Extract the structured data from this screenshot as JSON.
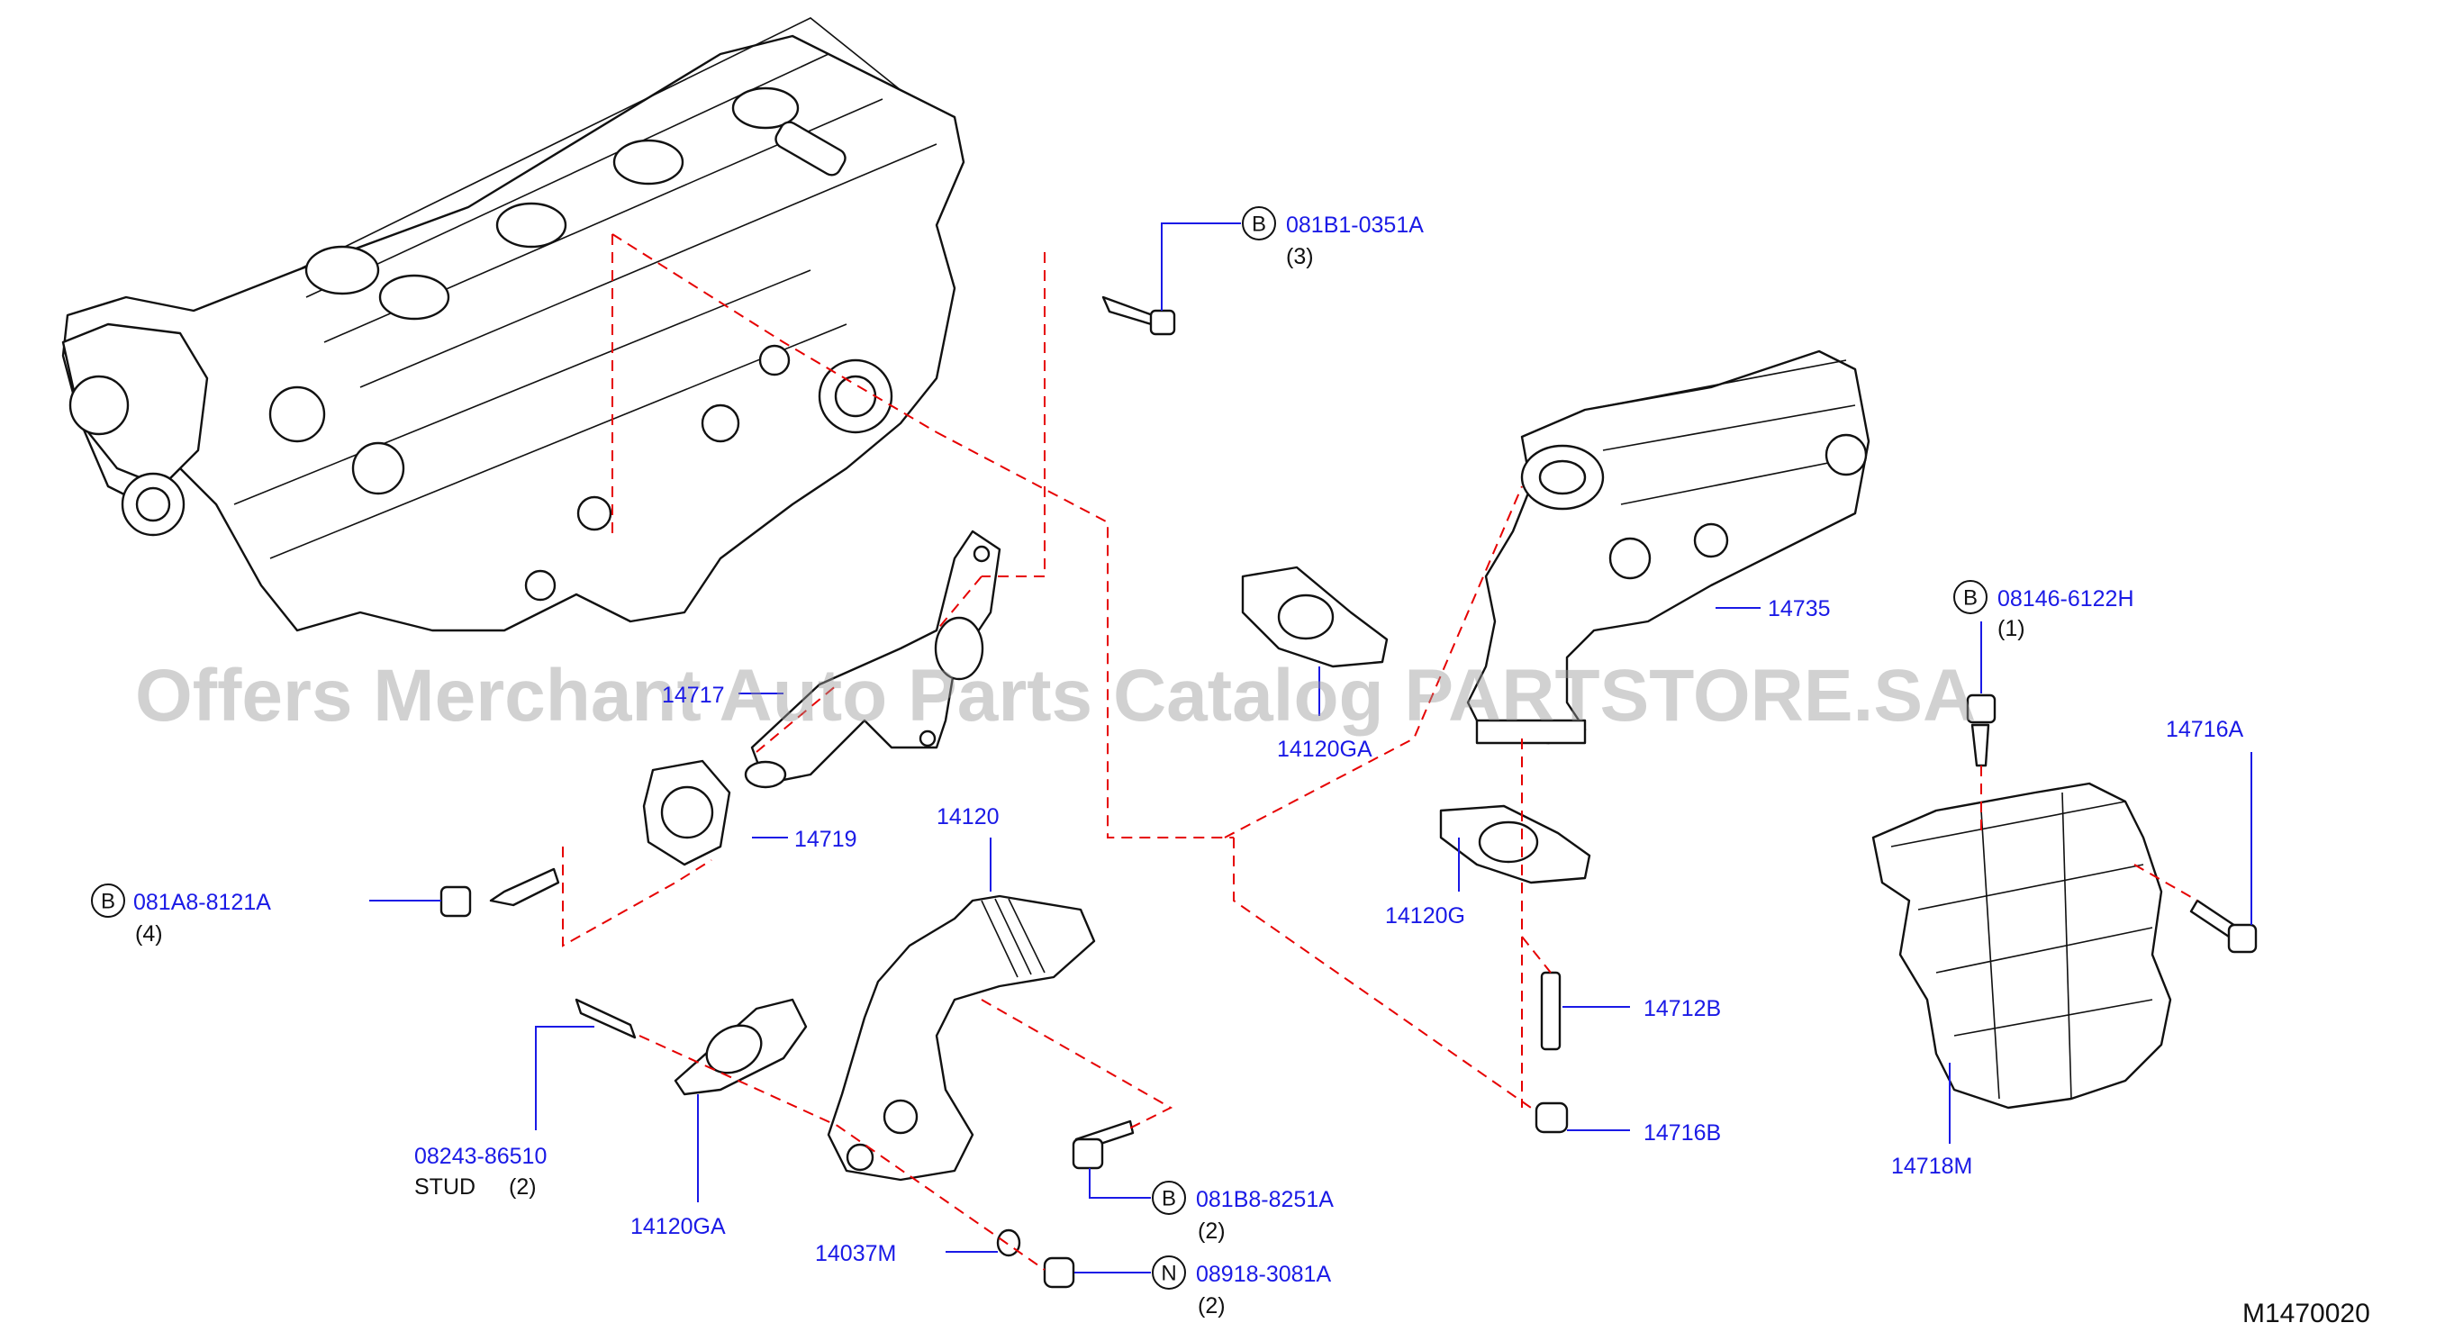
{
  "watermark": "Offers Merchant Auto Parts Catalog PARTSTORE.SA",
  "diagram_code": "M1470020",
  "callouts": [
    {
      "id": "bolt-top",
      "prefix": "B",
      "part": "081B1-0351A",
      "qty": "(3)"
    },
    {
      "id": "bolt-right",
      "prefix": "B",
      "part": "08146-6122H",
      "qty": "(1)"
    },
    {
      "id": "bolt-left",
      "prefix": "B",
      "part": "081A8-8121A",
      "qty": "(4)"
    },
    {
      "id": "bolt-bottom",
      "prefix": "B",
      "part": "081B8-8251A",
      "qty": "(2)"
    },
    {
      "id": "nut-bottom",
      "prefix": "N",
      "part": "08918-3081A",
      "qty": "(2)"
    }
  ],
  "labels": {
    "p14735": "14735",
    "p14120GA_top": "14120GA",
    "p14716A": "14716A",
    "p14717": "14717",
    "p14719": "14719",
    "p14120": "14120",
    "p14120G": "14120G",
    "p14712B": "14712B",
    "p14716B": "14716B",
    "p14718M": "14718M",
    "p08243": "08243-86510",
    "stud": "STUD",
    "stud_qty": "(2)",
    "p14120GA_bottom": "14120GA",
    "p14037M": "14037M"
  }
}
